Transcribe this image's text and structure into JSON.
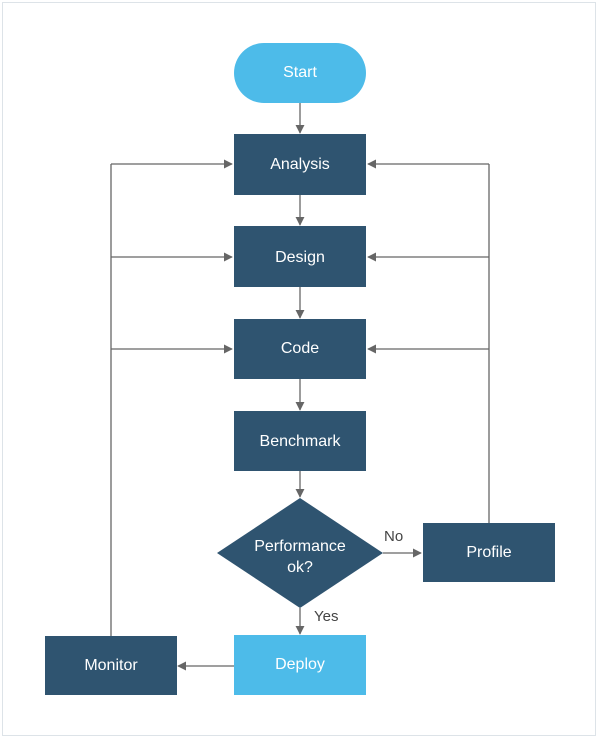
{
  "colors": {
    "dark_node": "#2f5470",
    "light_node": "#4dbbe9",
    "edge": "#666666",
    "text_on_node": "#ffffff",
    "edge_label": "#444444"
  },
  "nodes": {
    "start": "Start",
    "analysis": "Analysis",
    "design": "Design",
    "code": "Code",
    "benchmark": "Benchmark",
    "decision_line1": "Performance",
    "decision_line2": "ok?",
    "profile": "Profile",
    "deploy": "Deploy",
    "monitor": "Monitor"
  },
  "edge_labels": {
    "no": "No",
    "yes": "Yes"
  }
}
